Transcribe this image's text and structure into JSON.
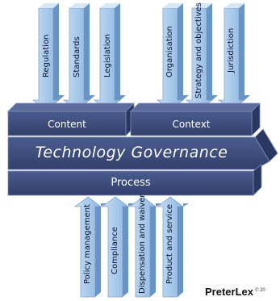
{
  "diagram": {
    "title": "Technology Governance",
    "content": {
      "label": "Content",
      "items": [
        "Regulation",
        "Standards",
        "Legislation"
      ]
    },
    "context": {
      "label": "Context",
      "items": [
        "Organisation",
        "Strategy and objectives",
        "Jurisdiction"
      ]
    },
    "process": {
      "label": "Process",
      "items": [
        "Policy management",
        "Compliance",
        "Dispensation and waiver",
        "Product and service"
      ]
    }
  },
  "brand": {
    "name": "PreterLex",
    "mark": "© 20"
  },
  "colors": {
    "arrow_face": "#a6c8ea",
    "arrow_side": "#6a94c4",
    "bar_face": "#3b4c7c",
    "bar_side": "#2a3760",
    "bar_stroke": "#7c8cb6"
  }
}
